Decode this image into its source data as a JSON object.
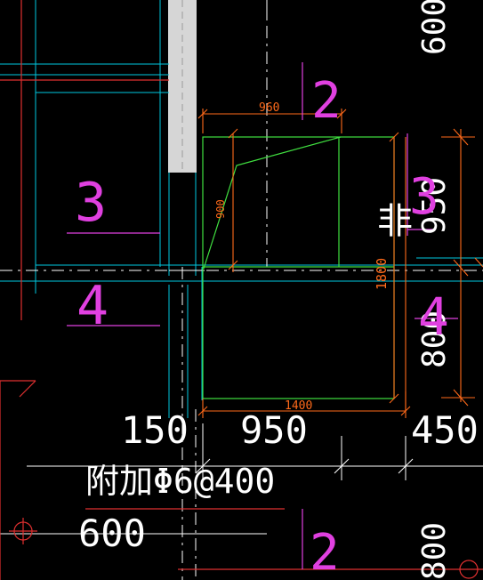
{
  "colors": {
    "background": "#000000",
    "cyan": "#00c8e0",
    "red": "#e03030",
    "orange": "#ff6a1a",
    "green": "#40e040",
    "magenta": "#e040e0",
    "white": "#ffffff",
    "grey_column": "#d6d6d6"
  },
  "labels": {
    "dim_top_960": "960",
    "dim_diag_900": "900",
    "dim_vert_1800": "1800",
    "dim_bottom_1400": "1400",
    "dim_150": "150",
    "dim_950": "950",
    "dim_450": "450",
    "dim_600_bottom": "600",
    "dim_600_top_right": "600",
    "dim_950_right": "950",
    "dim_800_right": "800",
    "dim_800_bottom_right": "800",
    "axis_2_top": "2",
    "axis_2_bottom": "2",
    "axis_3": "3",
    "axis_4_left": "4",
    "axis_4_right": "4",
    "axis_3_right": "3",
    "note_additional": "附加Φ6@400",
    "symbol_right": "非"
  }
}
